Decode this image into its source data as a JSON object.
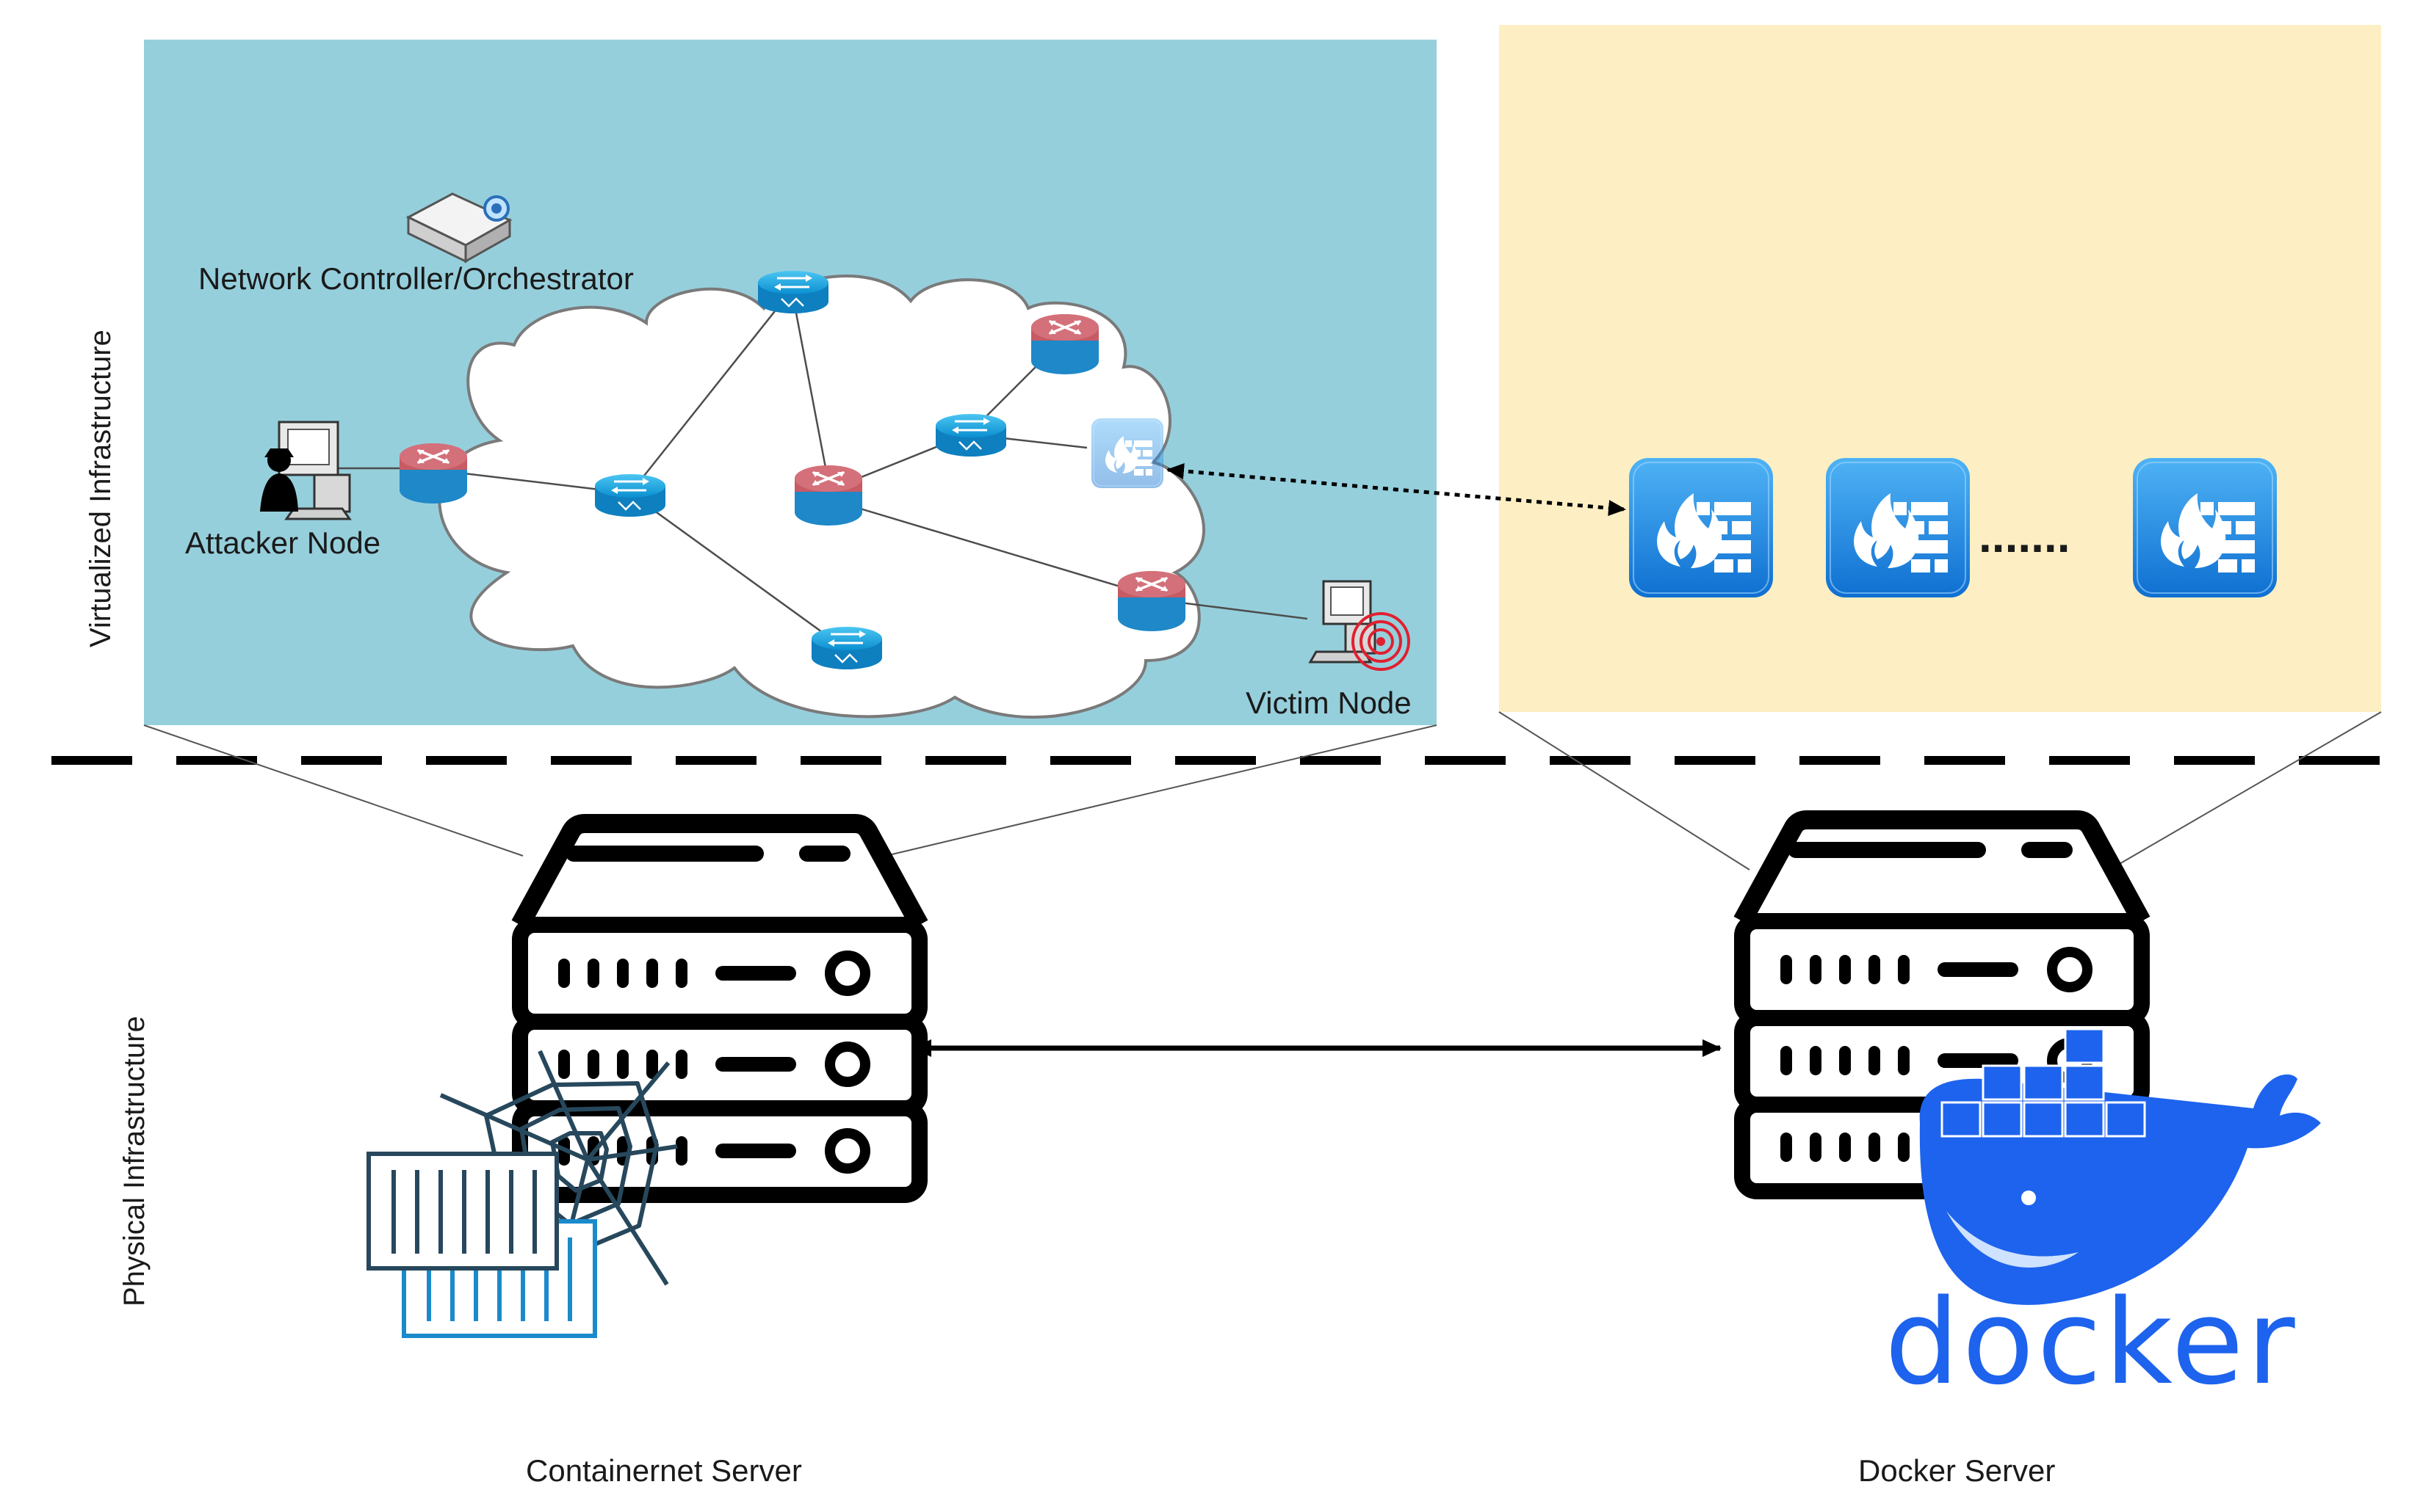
{
  "labels": {
    "virtualized": "Virtualized Infrastructure",
    "physical": "Physical Infrastructure",
    "controller": "Network Controller/Orchestrator",
    "attacker": "Attacker Node",
    "victim": "Victim Node",
    "ellipsis": ".......",
    "containernet_server": "Containernet Server",
    "docker_server": "Docker Server",
    "docker_logo": "docker"
  },
  "icons": {
    "router": "router-icon",
    "switch": "switch-icon",
    "firewall": "firewall-icon",
    "server": "server-icon",
    "docker": "docker-whale-logo",
    "containernet": "containernet-logo"
  },
  "colors": {
    "virtual_panel": "#96cfdc",
    "docker_panel": "#fdefc3",
    "router_red": "#c75a63",
    "router_blue": "#1e88c8",
    "switch_blue": "#1aa6e0",
    "firewall_blue": "#1f8ee0",
    "docker_blue": "#1d63ed",
    "containernet_dark": "#27485c",
    "containernet_blue": "#1b8acb"
  }
}
